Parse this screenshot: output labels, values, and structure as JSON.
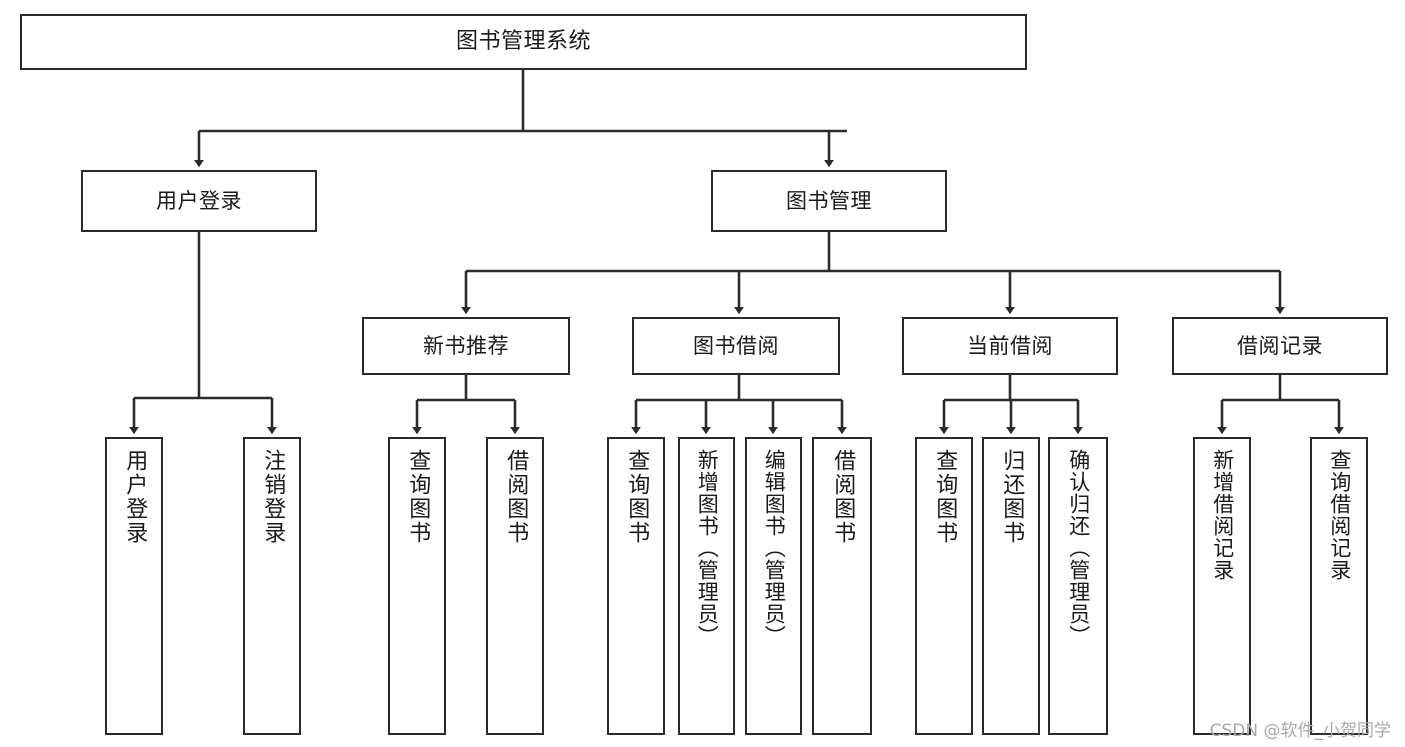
{
  "diagram": {
    "title": "图书管理系统",
    "type": "tree-functional-structure",
    "watermark": "CSDN @软件_小贺同学",
    "colors": {
      "box_border": "#2b2b2b",
      "box_fill": "#ffffff",
      "line": "#2b2b2b",
      "text": "#1a1a1a",
      "watermark": "#a8a8a8"
    }
  },
  "nodes": {
    "root": {
      "label": "图书管理系统"
    },
    "level2": [
      {
        "label": "用户登录"
      },
      {
        "label": "图书管理"
      }
    ],
    "level3": [
      {
        "label": "新书推荐"
      },
      {
        "label": "图书借阅"
      },
      {
        "label": "当前借阅"
      },
      {
        "label": "借阅记录"
      }
    ],
    "leaves": {
      "user_login": [
        {
          "label": "用户登录"
        },
        {
          "label": "注销登录"
        }
      ],
      "new_book_recommend": [
        {
          "label": "查询图书"
        },
        {
          "label": "借阅图书"
        }
      ],
      "book_borrow": [
        {
          "label": "查询图书"
        },
        {
          "label": "新增图书（管理员）"
        },
        {
          "label": "编辑图书（管理员）"
        },
        {
          "label": "借阅图书"
        }
      ],
      "current_borrow": [
        {
          "label": "查询图书"
        },
        {
          "label": "归还图书"
        },
        {
          "label": "确认归还（管理员）"
        }
      ],
      "borrow_record": [
        {
          "label": "新增借阅记录"
        },
        {
          "label": "查询借阅记录"
        }
      ]
    }
  }
}
